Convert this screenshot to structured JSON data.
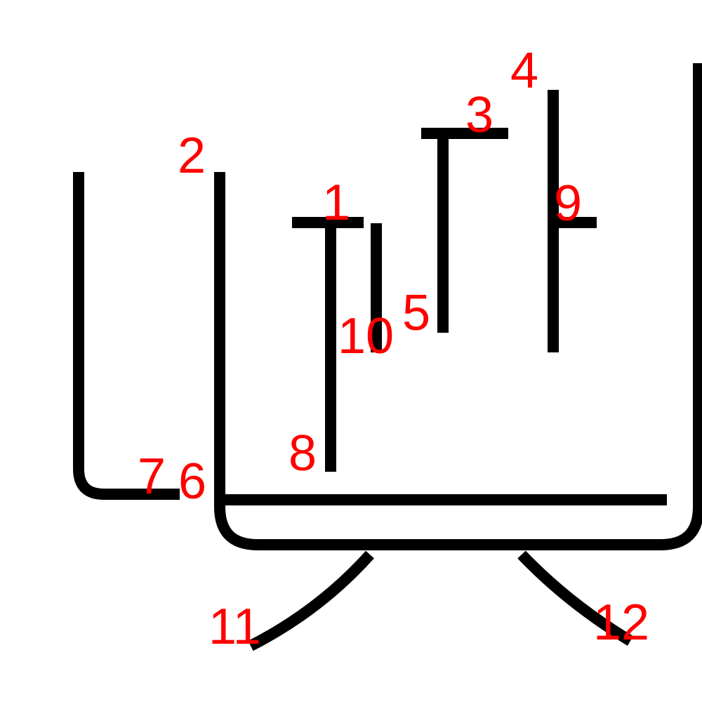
{
  "colors": {
    "background": "#ffffff",
    "stroke": "#000000",
    "label": "#ff0000"
  },
  "labels": {
    "l1": "1",
    "l2": "2",
    "l3": "3",
    "l4": "4",
    "l5": "5",
    "l6": "6",
    "l7": "7",
    "l8": "8",
    "l9": "9",
    "l10": "10",
    "l11": "11",
    "l12": "12"
  }
}
